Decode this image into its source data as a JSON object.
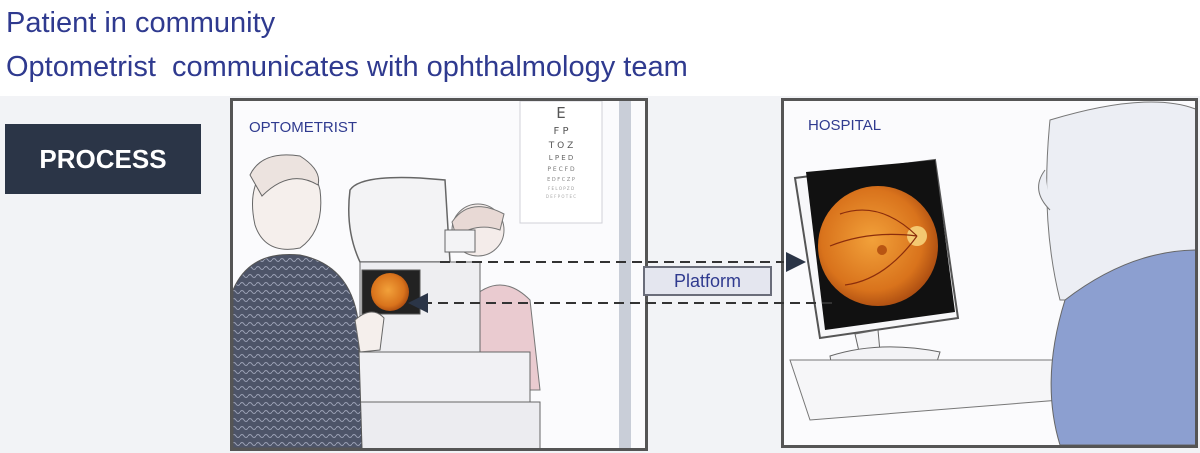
{
  "headings": {
    "line1": "Patient in community",
    "line2": "Optometrist  communicates with ophthalmology team"
  },
  "process_label": "PROCESS",
  "panels": {
    "optometrist_title": "OPTOMETRIST",
    "hospital_title": "HOSPITAL"
  },
  "platform_label": "Platform",
  "colors": {
    "heading_text": "#2f3a8f",
    "process_box": "#2b3547",
    "retina": "#e07a1e"
  }
}
